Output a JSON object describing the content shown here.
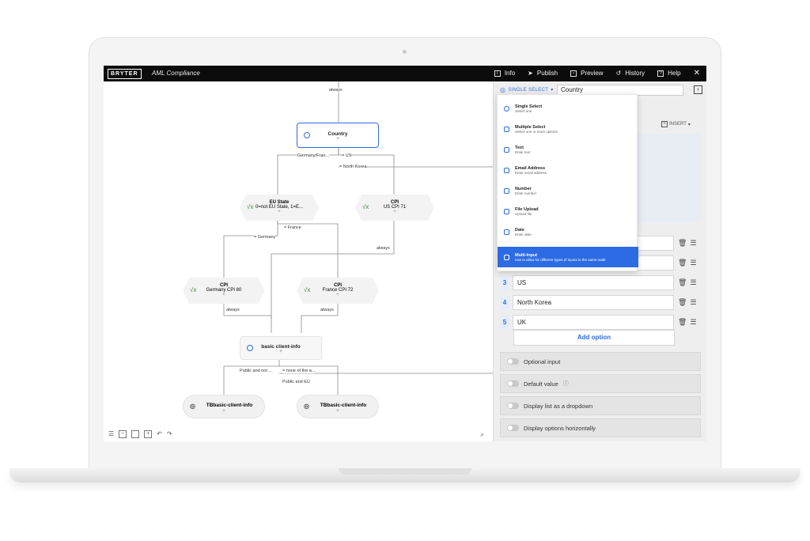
{
  "topbar": {
    "logo": "BRYTER",
    "title": "AML Compliance",
    "actions": [
      {
        "label": "Info",
        "icon": "info-icon"
      },
      {
        "label": "Publish",
        "icon": "send-icon"
      },
      {
        "label": "Preview",
        "icon": "preview-icon"
      },
      {
        "label": "History",
        "icon": "history-icon"
      },
      {
        "label": "Help",
        "icon": "help-icon"
      }
    ],
    "close_icon": "✕"
  },
  "canvas": {
    "edges": {
      "always_top": "always",
      "germany_france": "Germany/Fran...",
      "us": "= US",
      "north_korea": "= North Korea",
      "france": "= France",
      "germany": "= Germany",
      "always_mid": "always",
      "always_left": "always",
      "always_right": "always",
      "public_not": "Public and not ...",
      "none_of": "= none of the a...",
      "public_eu": "Public and EU"
    },
    "nodes": {
      "country": {
        "title": "Country"
      },
      "eu_state": {
        "title": "EU State",
        "sub": "0=not EU State, 1=E..."
      },
      "cpi_us": {
        "title": "CPI",
        "sub": "US CPI 71"
      },
      "cpi_germany": {
        "title": "CPI",
        "sub": "Germany CPI 80"
      },
      "cpi_france": {
        "title": "CPI",
        "sub": "France CPI 72"
      },
      "basic_client": {
        "title": "basic client-info"
      },
      "tb1": {
        "title": "TBbasic-client-info"
      },
      "tb2": {
        "title": "TBbasic-client-info"
      }
    }
  },
  "panel": {
    "type_select": "SINGLE SELECT",
    "question": "Country",
    "insert": "INSERT",
    "options": [
      {
        "num": "3",
        "value": "US"
      },
      {
        "num": "4",
        "value": "North Korea"
      },
      {
        "num": "5",
        "value": "UK"
      }
    ],
    "add_option": "Add option",
    "toggles": [
      {
        "label": "Optional input"
      },
      {
        "label": "Default value"
      },
      {
        "label": "Display list as a dropdown"
      },
      {
        "label": "Display options horizontally"
      }
    ]
  },
  "menu": {
    "items": [
      {
        "label": "Single Select",
        "desc": "Select one"
      },
      {
        "label": "Multiple Select",
        "desc": "Select one or more options"
      },
      {
        "label": "Text",
        "desc": "Enter text"
      },
      {
        "label": "Email Address",
        "desc": "Enter email address"
      },
      {
        "label": "Number",
        "desc": "Enter number"
      },
      {
        "label": "File Upload",
        "desc": "Upload file"
      },
      {
        "label": "Date",
        "desc": "Enter date"
      },
      {
        "label": "Multi-Input",
        "desc": "Use to allow for different types of inputs in the same node"
      }
    ],
    "selected": "Multi-Input"
  },
  "colors": {
    "accent": "#2d6be4",
    "topbar": "#0c0c0c",
    "panel": "#eeeeee"
  }
}
